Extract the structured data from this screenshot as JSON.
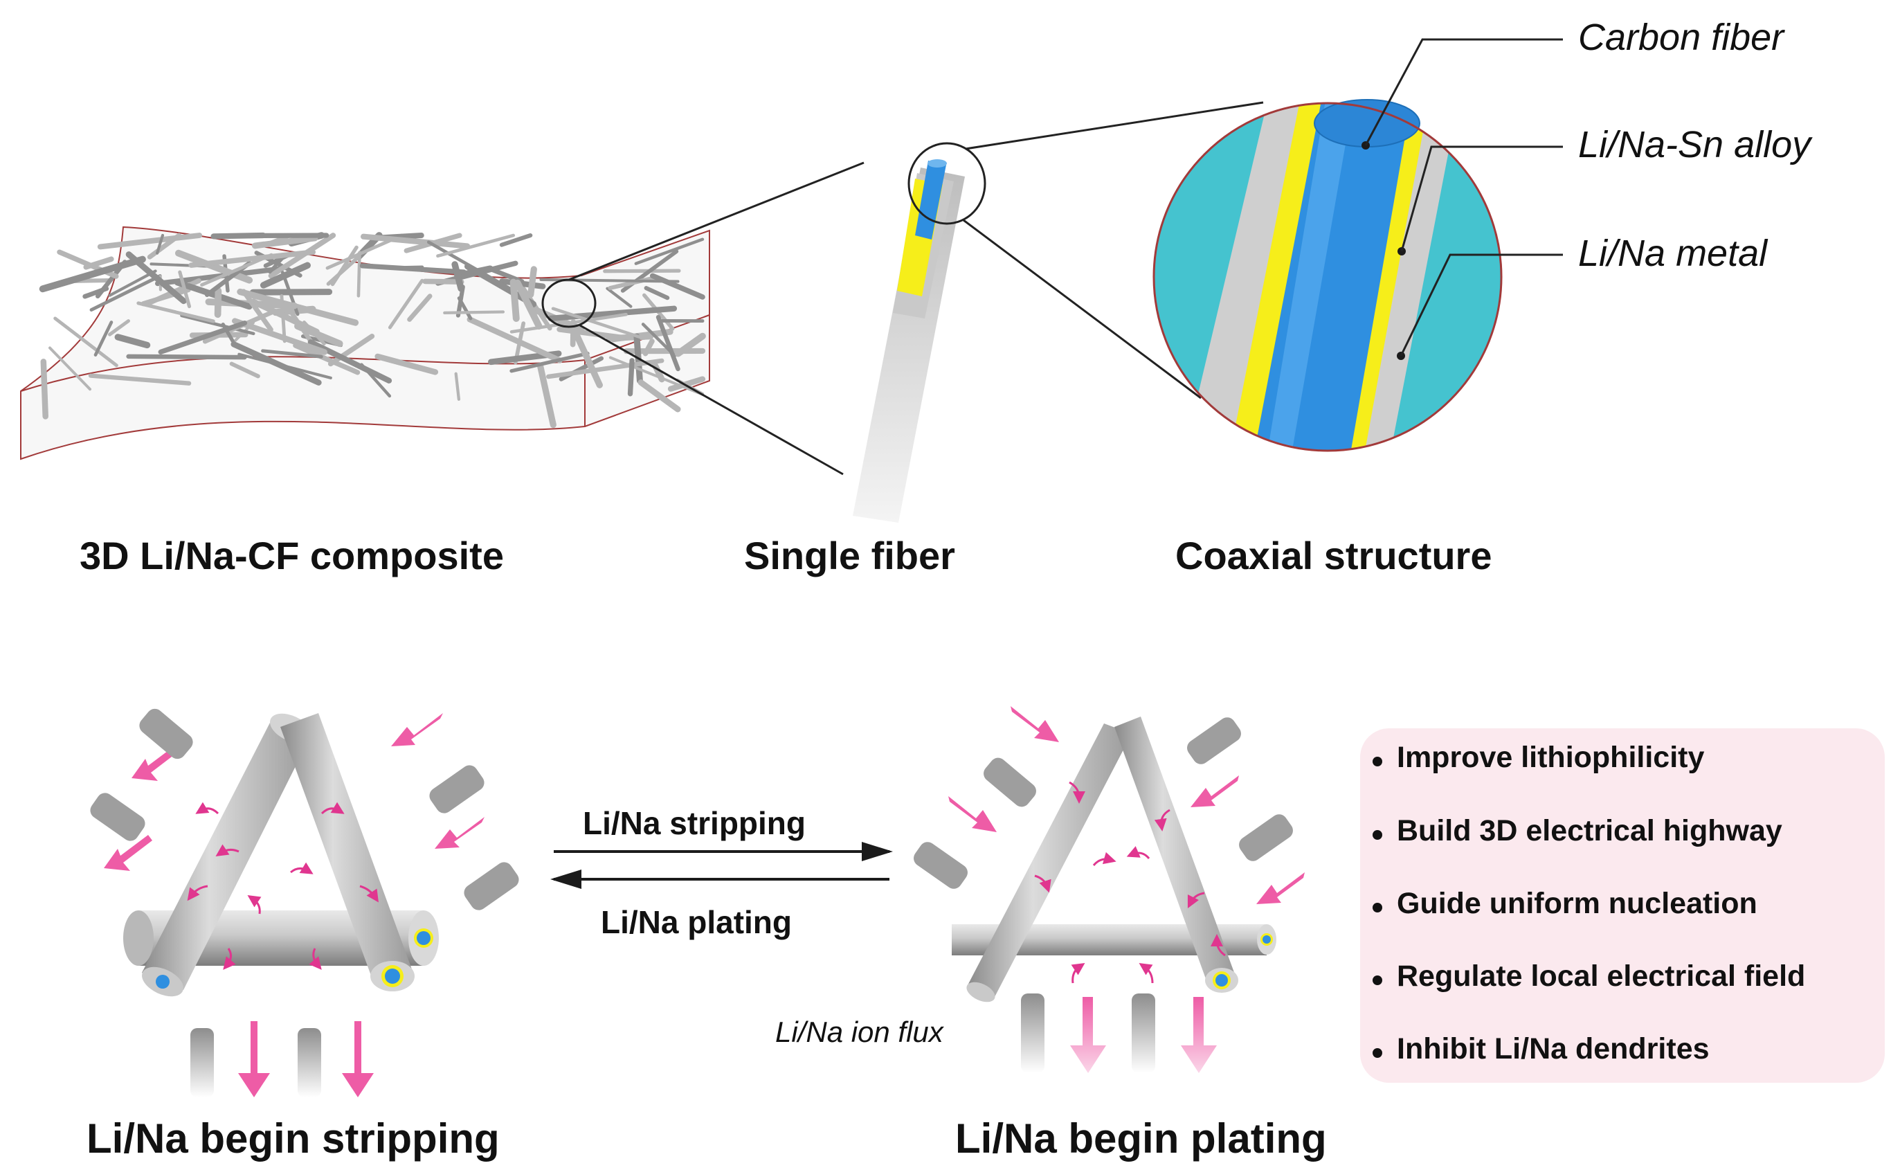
{
  "top": {
    "composite_label": "3D Li/Na-CF composite",
    "fiber_label": "Single fiber",
    "coaxial_label": "Coaxial structure",
    "callouts": [
      "Carbon fiber",
      "Li/Na-Sn alloy",
      "Li/Na metal"
    ]
  },
  "bottom": {
    "stripping_label": "Li/Na begin stripping",
    "plating_label": "Li/Na begin plating",
    "arrow_forward": "Li/Na stripping",
    "arrow_back": "Li/Na plating",
    "flux_label": "Li/Na ion flux",
    "benefits": [
      "Improve lithiophilicity",
      "Build 3D electrical highway",
      "Guide uniform nucleation",
      "Regulate local electrical field",
      "Inhibit Li/Na dendrites"
    ]
  },
  "colors": {
    "carbon": "#2f8fe0",
    "alloy": "#f6ee1a",
    "metal": "#c8c8c8",
    "background_cyan": "#45c3cf",
    "ion_arrow": "#ee5ca6",
    "benefit_box": "#fbe9ee",
    "frame_line": "#a23a3a"
  }
}
